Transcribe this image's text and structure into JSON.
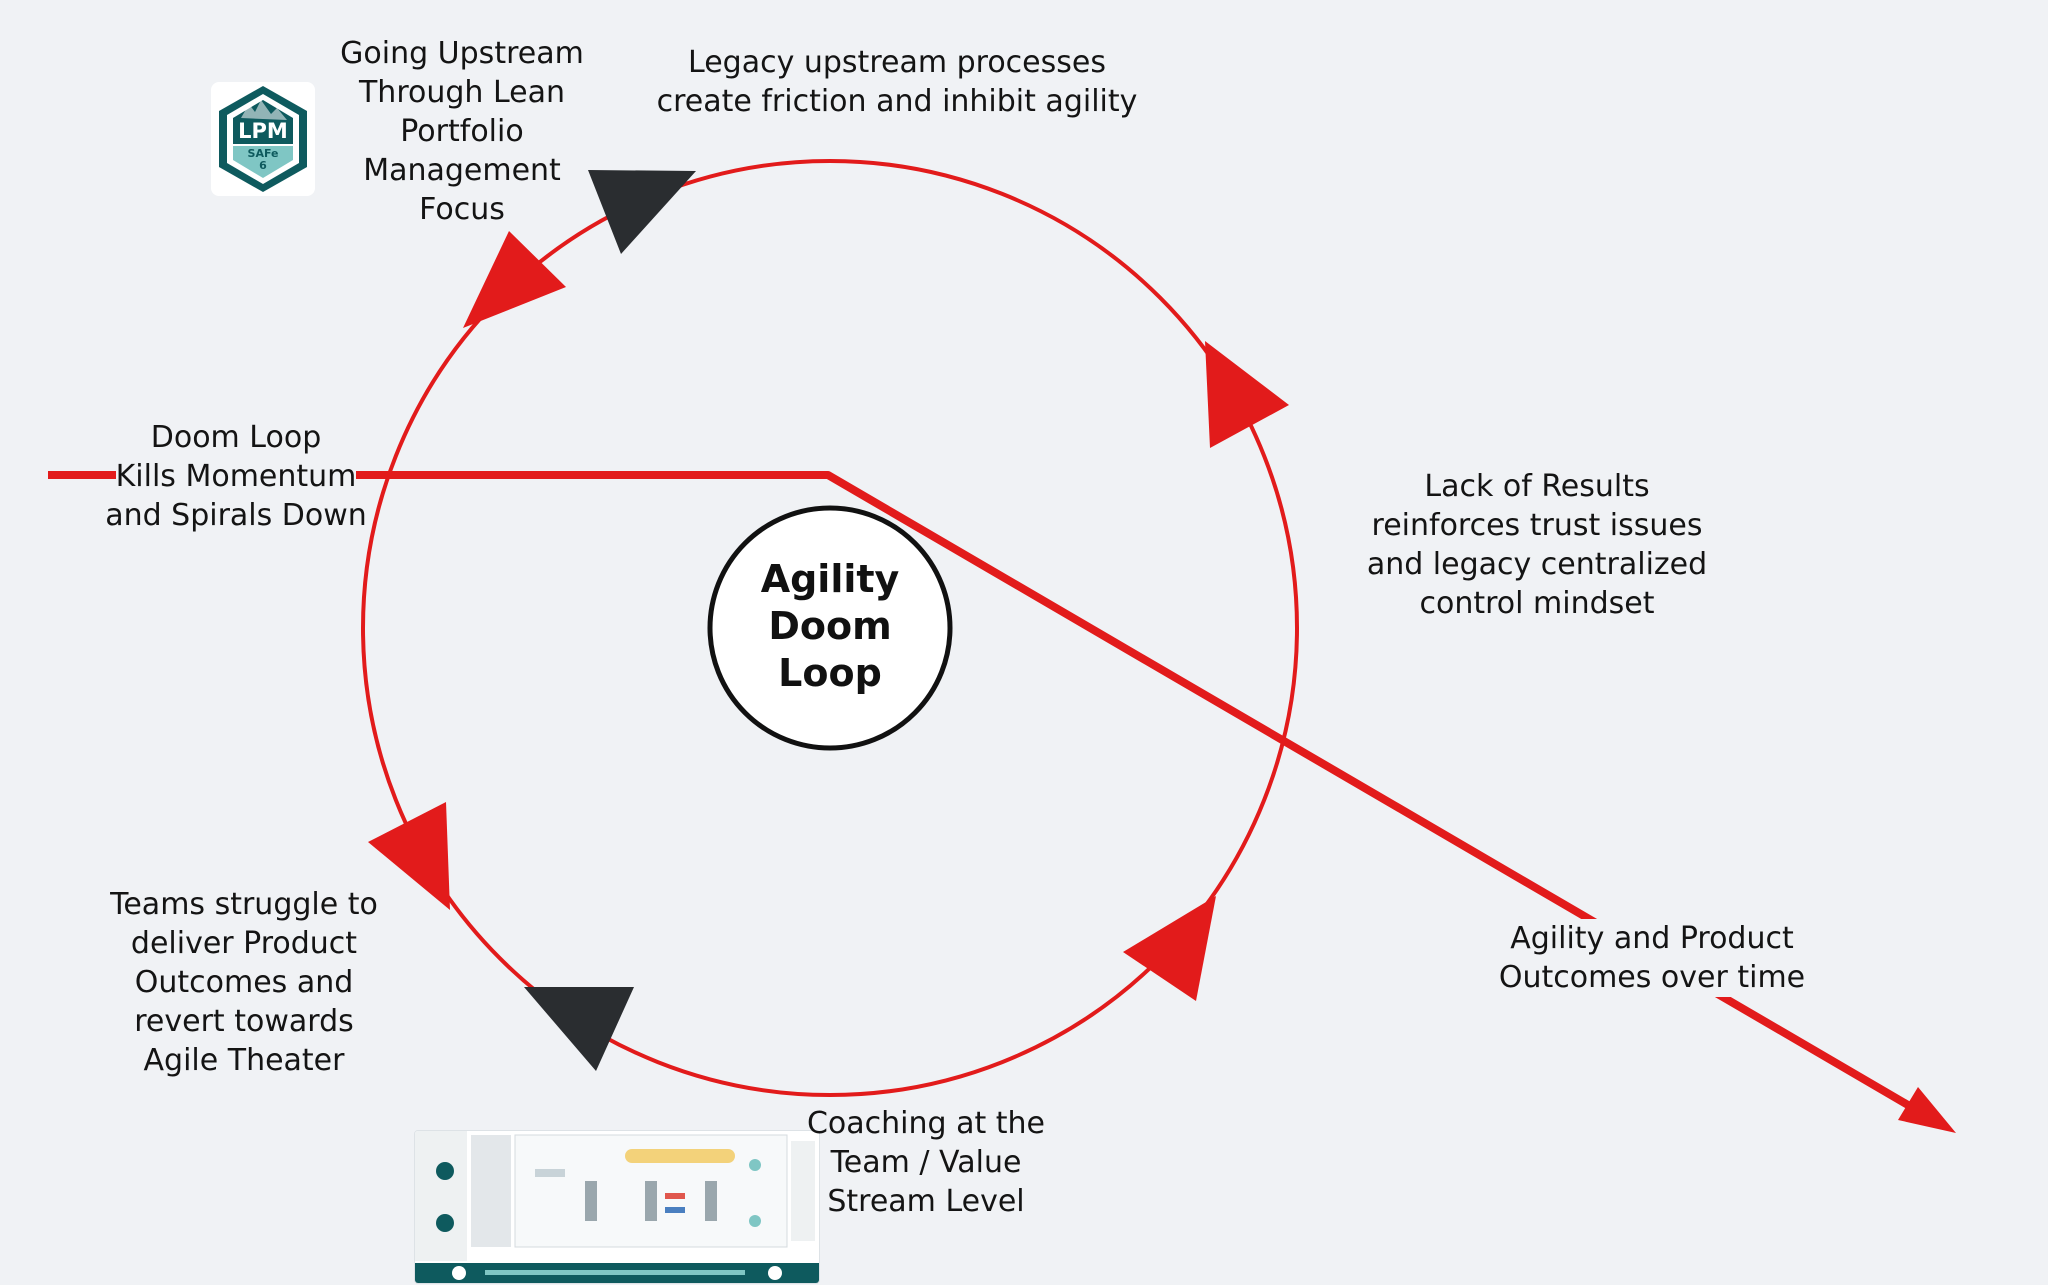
{
  "diagram": {
    "center_title_line1": "Agility",
    "center_title_line2": "Doom Loop",
    "labels": {
      "going_upstream": [
        "Going Upstream",
        "Through Lean",
        "Portfolio",
        "Management",
        "Focus"
      ],
      "legacy_upstream": [
        "Legacy upstream processes",
        "create friction and inhibit agility"
      ],
      "doom_loop_kills": [
        "Doom Loop",
        "Kills Momentum",
        "and Spirals Down"
      ],
      "lack_of_results": [
        "Lack of Results",
        "reinforces trust issues",
        "and legacy centralized",
        "control mindset"
      ],
      "teams_struggle": [
        "Teams struggle to",
        "deliver Product",
        "Outcomes and",
        "revert towards",
        "Agile Theater"
      ],
      "agility_outcomes": [
        "Agility and Product",
        "Outcomes over time"
      ],
      "coaching": [
        "Coaching at the",
        "Team / Value",
        "Stream Level"
      ]
    },
    "colors": {
      "loop_red": "#e21b1b",
      "dark_arrow": "#2a2d30",
      "background": "#f0f2f5",
      "badge_teal": "#0e5a5e",
      "badge_light": "#7fc6c4"
    }
  },
  "badge": {
    "label": "LPM",
    "sub": "SAFe",
    "version": "6",
    "icon": "lpm-safe-badge-icon"
  },
  "thumbnail": {
    "icon": "safe-framework-thumbnail-icon"
  }
}
